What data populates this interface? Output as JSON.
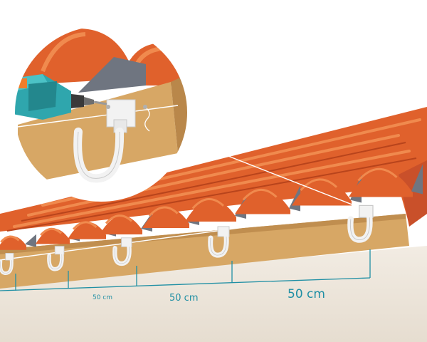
{
  "measurements": {
    "spacing_1": "50 cm",
    "spacing_2": "50 cm",
    "spacing_3": "50 cm"
  },
  "colors": {
    "tile_main": "#e0612c",
    "tile_light": "#f08a4e",
    "tile_dark": "#b8441c",
    "fascia_board": "#d7a765",
    "bracket": "#f2f2f2",
    "drill_body": "#2fa6ad",
    "measure_line": "#1f8fa4",
    "wall": "#ebe4da"
  },
  "icons": {
    "drill": "cordless-drill-icon",
    "bracket": "gutter-bracket-icon"
  }
}
